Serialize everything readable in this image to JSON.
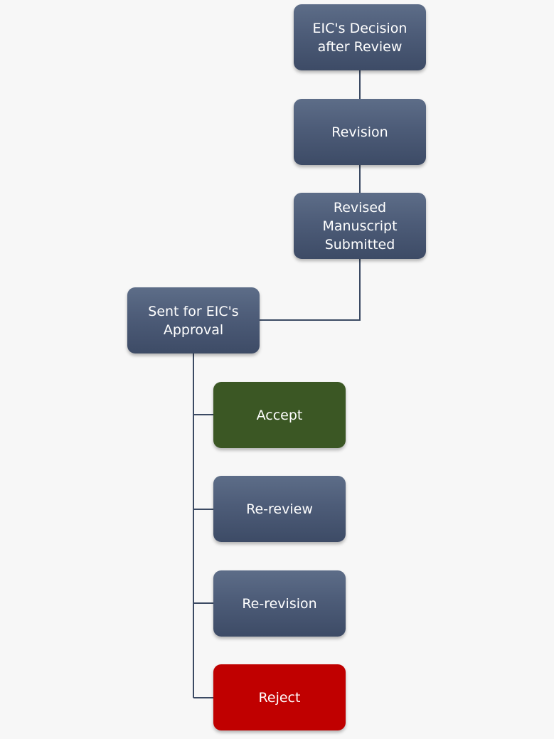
{
  "diagram": {
    "nodes": {
      "eic_decision": "EIC's Decision\nafter Review",
      "revision": "Revision",
      "revised_manuscript": "Revised\nManuscript\nSubmitted",
      "sent_for_approval": "Sent for EIC's\nApproval",
      "accept": "Accept",
      "re_review": "Re-review",
      "re_revision": "Re-revision",
      "reject": "Reject"
    },
    "edges": [
      [
        "eic_decision",
        "revision"
      ],
      [
        "revision",
        "revised_manuscript"
      ],
      [
        "revised_manuscript",
        "sent_for_approval"
      ],
      [
        "sent_for_approval",
        "accept"
      ],
      [
        "sent_for_approval",
        "re_review"
      ],
      [
        "sent_for_approval",
        "re_revision"
      ],
      [
        "sent_for_approval",
        "reject"
      ]
    ]
  },
  "colors": {
    "connector": "#3b4a63",
    "default_node": "#4d5c78",
    "accept_node": "#3b5724",
    "reject_node": "#c00000"
  }
}
